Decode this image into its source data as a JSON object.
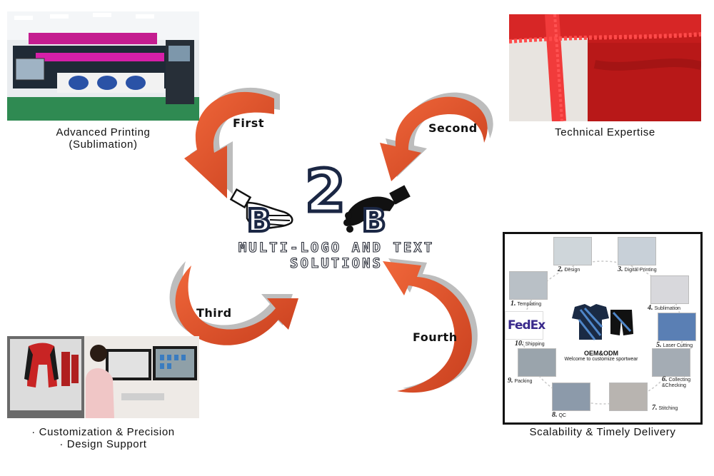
{
  "tagline": "MULTI-LOGO AND TEXT SOLUTIONS",
  "logo": {
    "left_letter": "B",
    "middle": "2",
    "right_letter": "B"
  },
  "steps": {
    "first": "First",
    "second": "Second",
    "third": "Third",
    "fourth": "Fourth"
  },
  "captions": {
    "printing_line1": "Advanced Printing",
    "printing_line2": "(Sublimation)",
    "technical": "Technical Expertise",
    "customization_line1": "· Customization & Precision",
    "customization_line2": "· Design Support",
    "scalability": "Scalability & Timely Delivery"
  },
  "process": {
    "center_title": "OEM&ODM",
    "center_subtitle": "Welcome to customize sportwear",
    "steps": [
      {
        "num": "1.",
        "label": "Templating"
      },
      {
        "num": "2.",
        "label": "Design"
      },
      {
        "num": "3.",
        "label": "Digital Printing"
      },
      {
        "num": "4.",
        "label": "Sublimation"
      },
      {
        "num": "5.",
        "label": "Laser Cutting"
      },
      {
        "num": "6.",
        "label": "Collecting &Checking"
      },
      {
        "num": "7.",
        "label": "Stitching"
      },
      {
        "num": "8.",
        "label": "QC"
      },
      {
        "num": "9.",
        "label": "Packing"
      },
      {
        "num": "10.",
        "label": "Shipping"
      }
    ],
    "fedex": "FedEx"
  },
  "colors": {
    "arrow": "#e0522b",
    "arrow_shadow": "#b9b9b9",
    "navy": "#1b2744",
    "fabric_red": "#d42020"
  }
}
